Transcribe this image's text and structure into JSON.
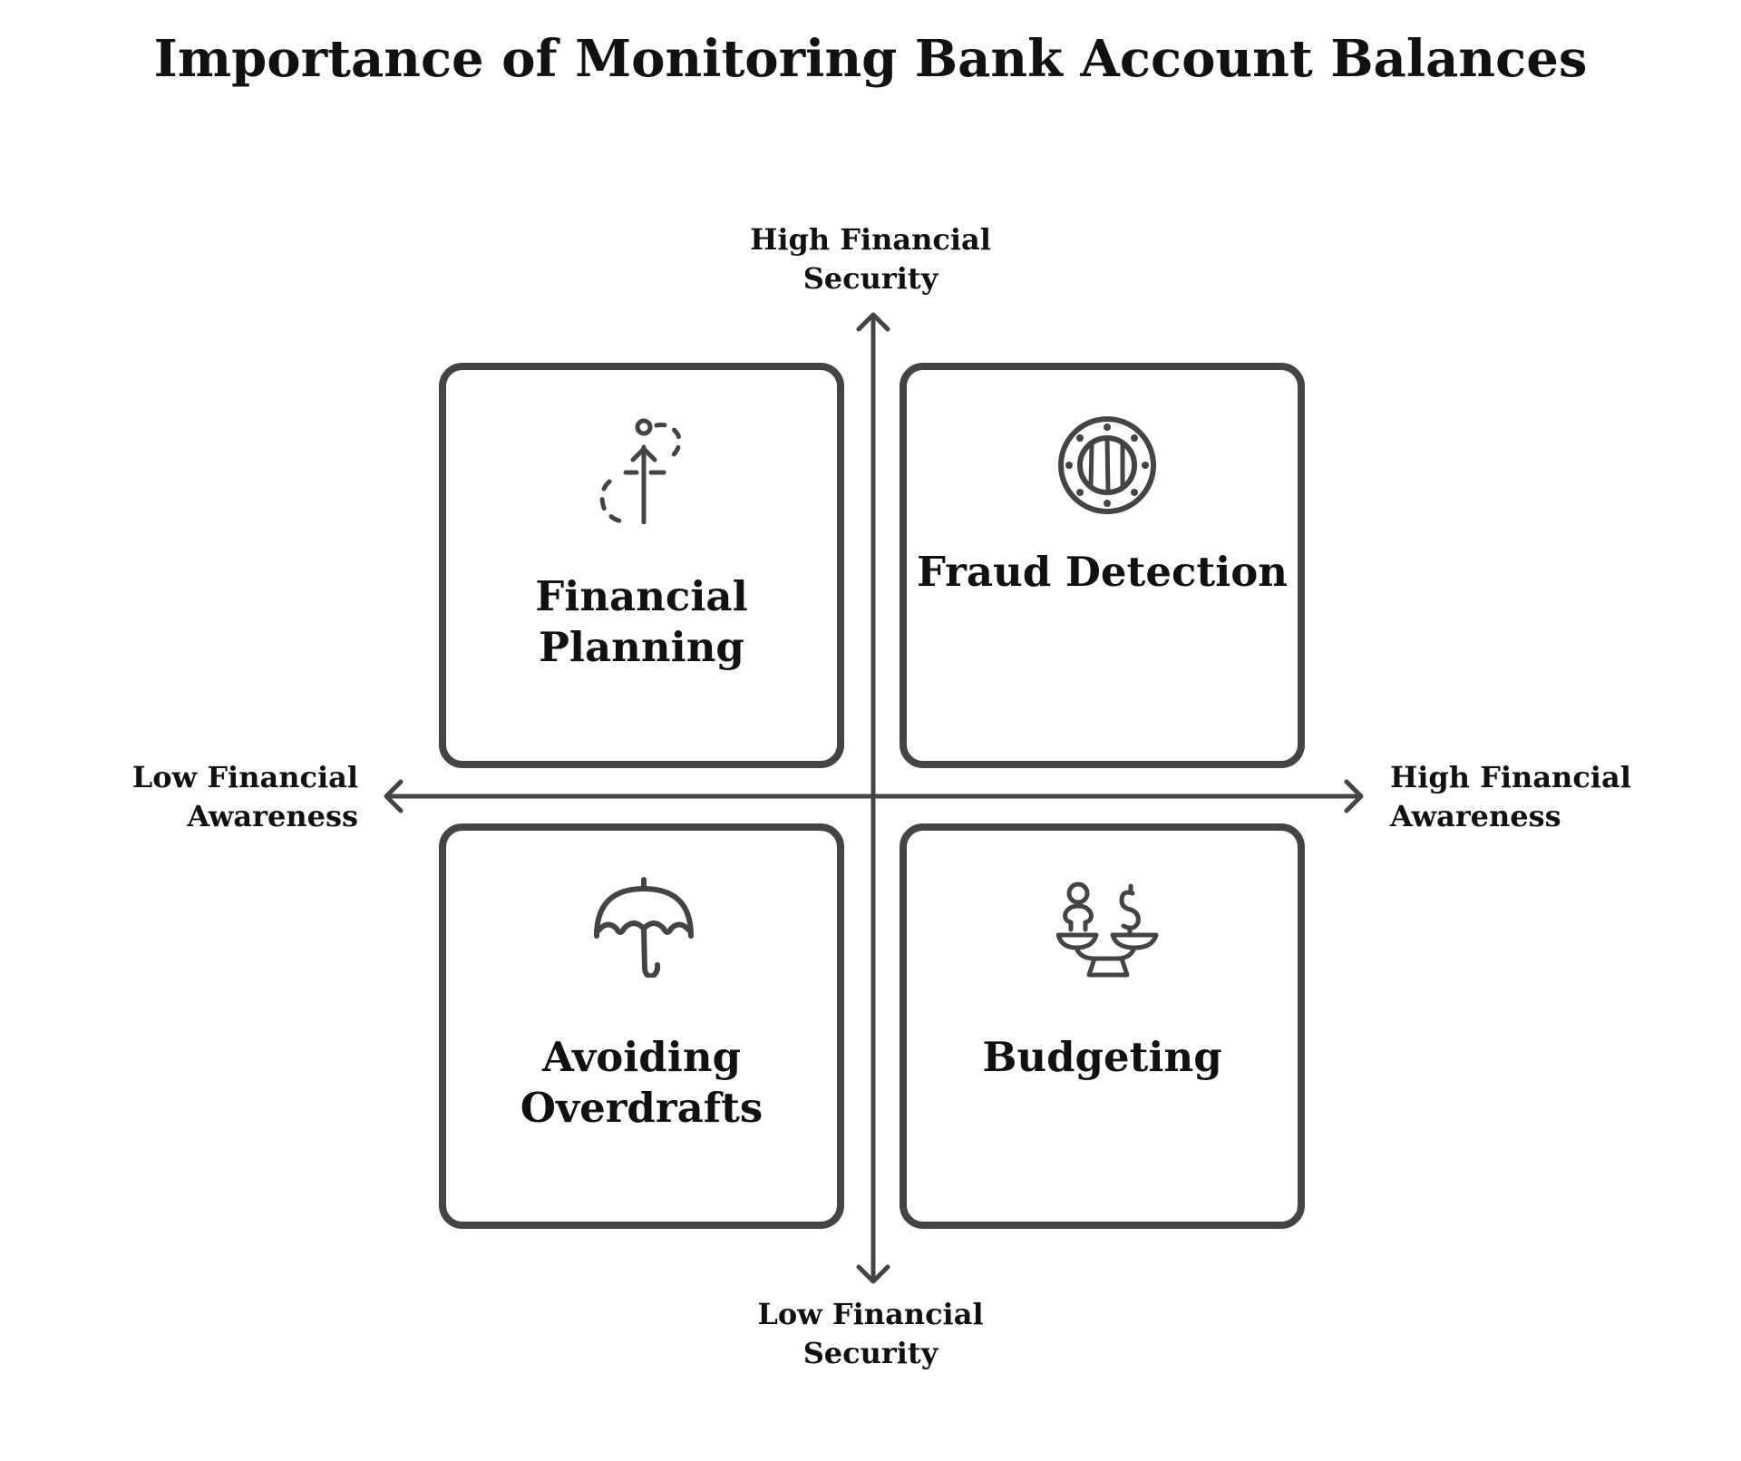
{
  "title": "Importance of Monitoring Bank Account Balances",
  "axes": {
    "y_top_label": "High Financial Security",
    "y_bottom_label": "Low Financial Security",
    "x_left_label": "Low Financial Awareness",
    "x_right_label": "High Financial Awareness"
  },
  "quadrants": [
    {
      "position": "top-left",
      "label": "Financial Planning",
      "icon": "dashed-path-arrow-icon"
    },
    {
      "position": "top-right",
      "label": "Fraud Detection",
      "icon": "vault-door-icon"
    },
    {
      "position": "bottom-left",
      "label": "Avoiding Overdrafts",
      "icon": "umbrella-icon"
    },
    {
      "position": "bottom-right",
      "label": "Budgeting",
      "icon": "balance-scale-icon"
    }
  ],
  "colors": {
    "stroke": "#444444",
    "text": "#111111",
    "background": "#ffffff"
  }
}
